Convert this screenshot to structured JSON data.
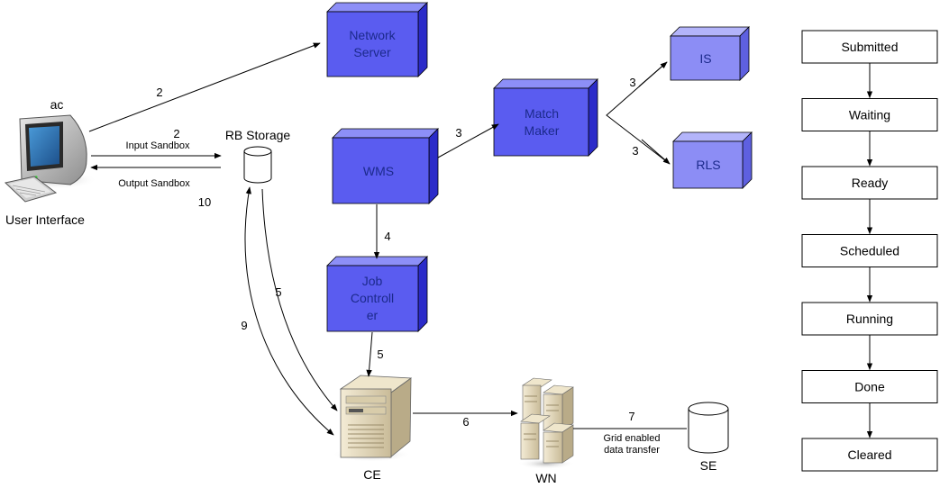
{
  "user": {
    "host_label": "ac",
    "label": "User Interface"
  },
  "storage": {
    "label": "RB Storage"
  },
  "components": {
    "network_server": [
      "Network",
      "Server"
    ],
    "wms": [
      "WMS"
    ],
    "match_maker": [
      "Match",
      "Maker"
    ],
    "is": [
      "IS"
    ],
    "rls": [
      "RLS"
    ],
    "job_controller": [
      "Job",
      "Controll",
      "er"
    ]
  },
  "nodes": {
    "ce": "CE",
    "wn": "WN",
    "se": "SE"
  },
  "edges": {
    "ui_to_network": "2",
    "input_sandbox_num": "2",
    "input_sandbox": "Input Sandbox",
    "output_sandbox": "Output Sandbox",
    "output_sandbox_num": "10",
    "wms_to_matchmaker": "3",
    "matchmaker_to_is": "3",
    "matchmaker_to_rls": "3",
    "wms_to_jc": "4",
    "jc_to_ce": "5",
    "storage_to_ce": "5",
    "ce_to_storage": "9",
    "ce_to_wn": "6",
    "wn_to_se": "7",
    "transfer_label": [
      "Grid enabled",
      "data transfer"
    ]
  },
  "states": [
    "Submitted",
    "Waiting",
    "Ready",
    "Scheduled",
    "Running",
    "Done",
    "Cleared"
  ],
  "colors": {
    "box_front": "#5a5cf0",
    "box_top": "#8d8ff7",
    "box_side": "#2b2bc9",
    "box_light_front": "#8c8df5",
    "box_light_top": "#b3b4fa",
    "box_light_side": "#5e60e0",
    "box_label": "#1c2a8c",
    "line": "#000000"
  }
}
